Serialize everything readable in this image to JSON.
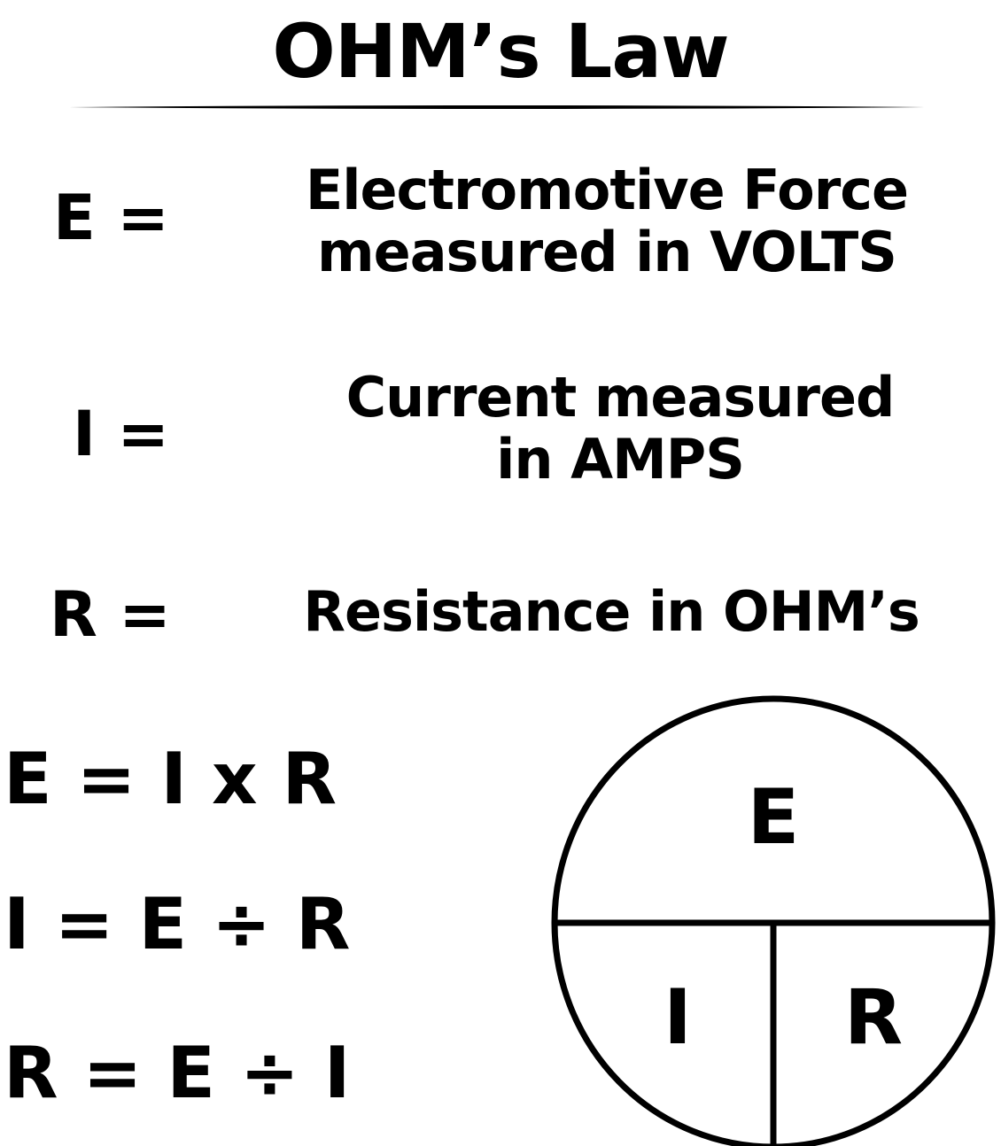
{
  "title": "OHM’s Law",
  "definitions": [
    {
      "symbol": "E =",
      "line1": "Electromotive Force",
      "line2": "measured in VOLTS"
    },
    {
      "symbol": "I =",
      "line1": "Current measured",
      "line2": "in AMPS"
    },
    {
      "symbol": "R =",
      "line1": "Resistance in OHM’s",
      "line2": ""
    }
  ],
  "formulas": [
    "E = I x R",
    "I = E ÷ R",
    "R = E ÷ I"
  ],
  "wheel": {
    "top": "E",
    "bottom_left": "I",
    "bottom_right": "R"
  }
}
